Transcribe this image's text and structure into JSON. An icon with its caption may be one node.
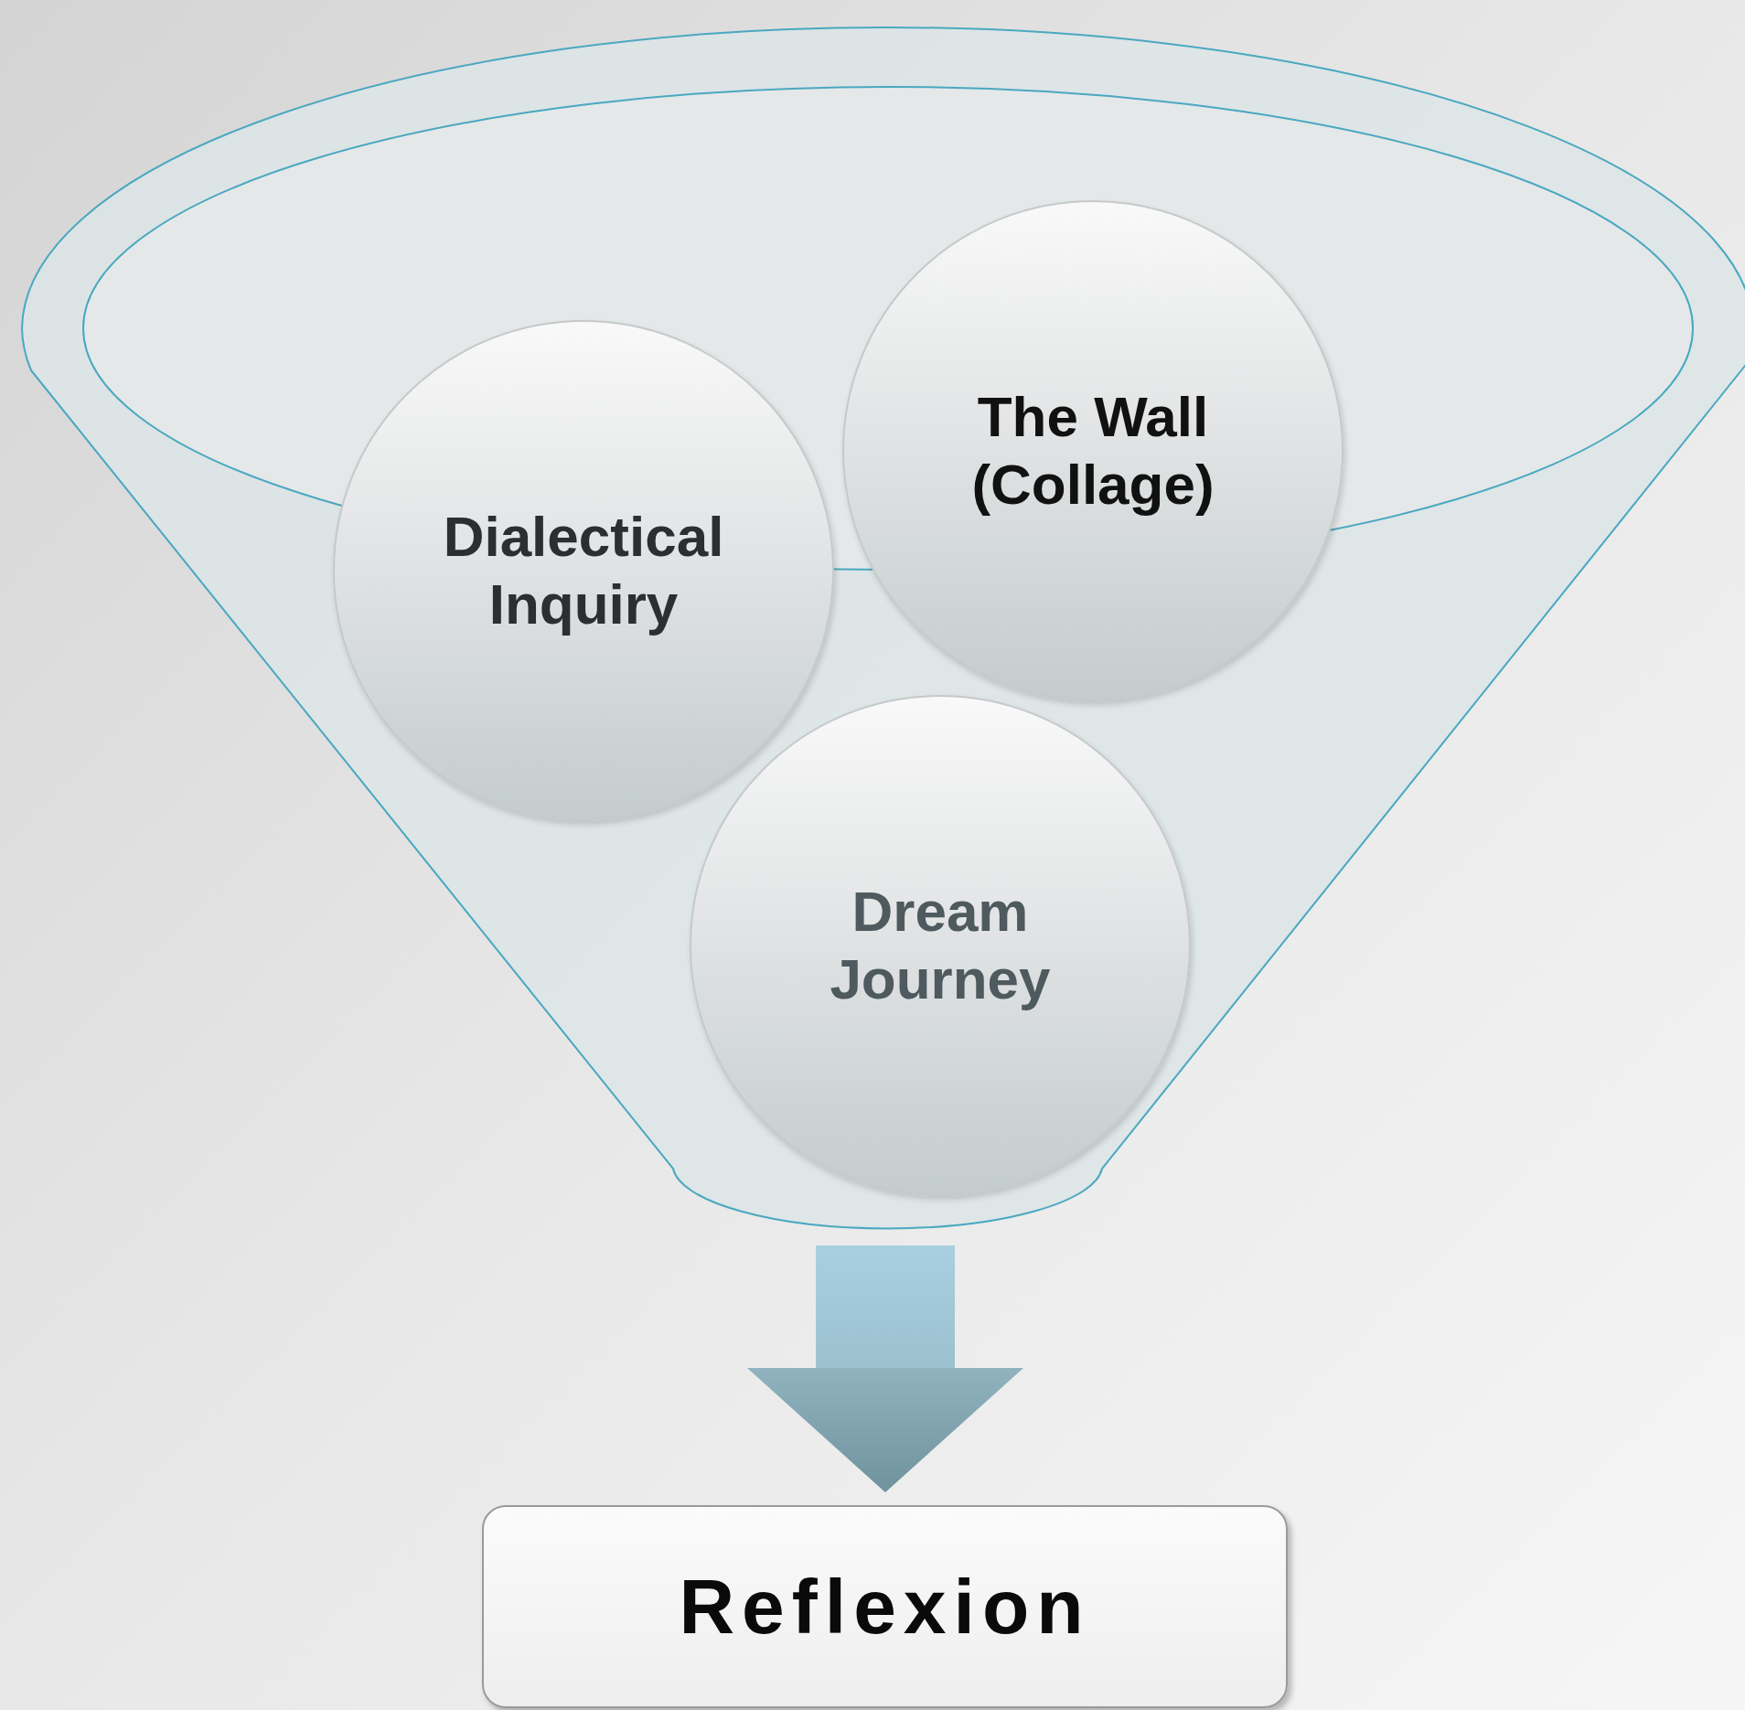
{
  "diagram": {
    "nodes": [
      {
        "text": [],
        "shape": "funnel"
      },
      {
        "text": [
          "Dialectical Inquiry"
        ],
        "in": 0
      },
      {
        "text": [
          "The Wall (Collage)"
        ],
        "in": 0
      },
      {
        "text": [
          "Dream Journey"
        ],
        "in": 0
      },
      {
        "text": [
          "Reflexion"
        ]
      }
    ],
    "edges": [
      {
        "from": 0,
        "to": 4,
        "arrow": "to",
        "style": "thick"
      }
    ]
  }
}
